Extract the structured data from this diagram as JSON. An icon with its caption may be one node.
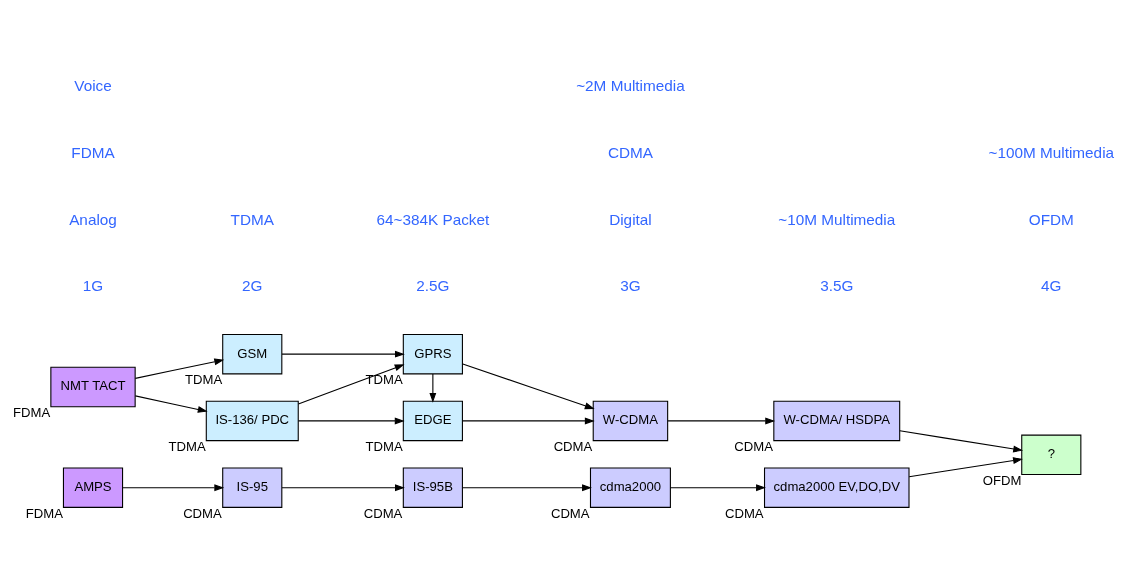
{
  "diagram": {
    "nodes": [
      {
        "text": [
          "NMT TACT"
        ],
        "beside": [
          "FDMA"
        ]
      },
      {
        "text": [
          "AMPS"
        ],
        "beside": [
          "FDMA"
        ]
      },
      {
        "text": [
          "IS-136/ PDC"
        ],
        "beside": [
          "TDMA"
        ]
      },
      {
        "text": [
          "GSM"
        ],
        "beside": [
          "TDMA"
        ]
      },
      {
        "text": [
          "IS-95"
        ],
        "beside": [
          "CDMA"
        ]
      },
      {
        "text": [
          "EDGE"
        ],
        "beside": [
          "TDMA"
        ]
      },
      {
        "text": [
          "GPRS"
        ],
        "beside": [
          "TDMA"
        ]
      },
      {
        "text": [
          "IS-95B"
        ],
        "beside": [
          "CDMA"
        ]
      },
      {
        "text": [
          "W-CDMA"
        ],
        "beside": [
          "CDMA"
        ]
      },
      {
        "text": [
          "cdma2000"
        ],
        "beside": [
          "CDMA"
        ]
      },
      {
        "text": [
          "W-CDMA/ HSDPA"
        ],
        "beside": [
          "CDMA"
        ]
      },
      {
        "text": [
          "cdma2000 EV,DO,DV"
        ],
        "beside": [
          "CDMA"
        ]
      },
      {
        "text": [
          "?"
        ],
        "beside": [
          "OFDM"
        ]
      }
    ],
    "edges": [
      {
        "from": 0,
        "to": 2,
        "arrow": "to"
      },
      {
        "from": 0,
        "to": 3,
        "arrow": "to"
      },
      {
        "from": 1,
        "to": 4,
        "arrow": "to"
      },
      {
        "from": 2,
        "to": 5,
        "arrow": "to"
      },
      {
        "from": 2,
        "to": 6,
        "arrow": "to"
      },
      {
        "from": 3,
        "to": 6,
        "arrow": "to"
      },
      {
        "from": 6,
        "to": 5,
        "arrow": "to"
      },
      {
        "from": 4,
        "to": 7,
        "arrow": "to"
      },
      {
        "from": 5,
        "to": 8,
        "arrow": "to"
      },
      {
        "from": 6,
        "to": 8,
        "arrow": "to"
      },
      {
        "from": 7,
        "to": 9,
        "arrow": "to"
      },
      {
        "from": 8,
        "to": 10,
        "arrow": "to"
      },
      {
        "from": 9,
        "to": 11,
        "arrow": "to"
      },
      {
        "from": 10,
        "to": 12,
        "arrow": "to"
      },
      {
        "from": 11,
        "to": 12,
        "arrow": "to"
      }
    ],
    "labels": [
      "1G",
      "2G",
      "2.5G",
      "3G",
      "3.5G",
      "4G",
      "Analog",
      "Digital",
      "FDMA",
      "TDMA",
      "OFDM",
      "CDMA",
      "Voice",
      "64~384K Packet",
      "~2M Multimedia",
      "~10M Multimedia",
      "~100M Multimedia"
    ]
  }
}
